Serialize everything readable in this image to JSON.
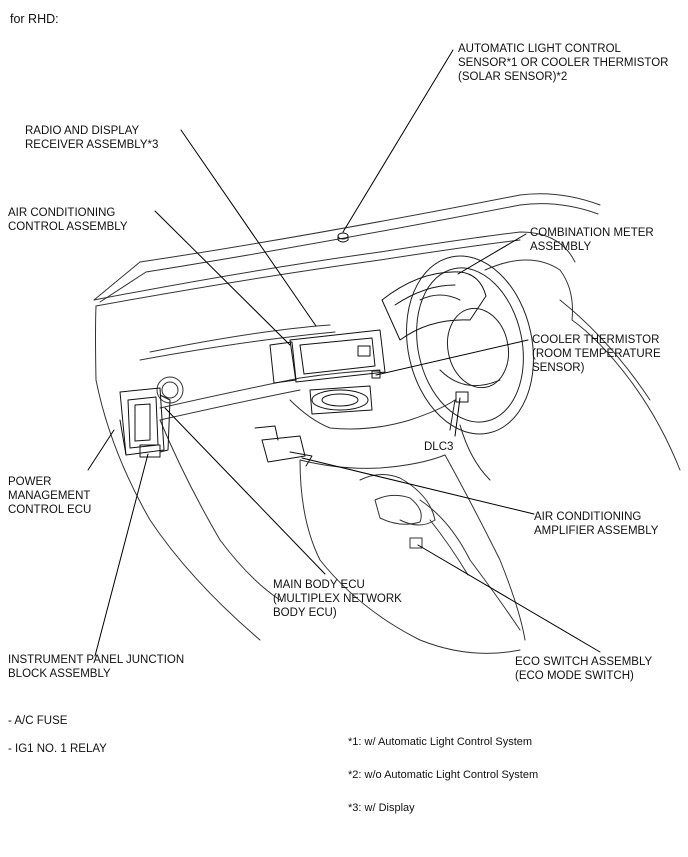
{
  "header": "for RHD:",
  "labels": {
    "auto_light_sensor": "AUTOMATIC LIGHT CONTROL\nSENSOR*1 OR COOLER THERMISTOR\n(SOLAR SENSOR)*2",
    "radio_display": "RADIO AND DISPLAY\nRECEIVER ASSEMBLY*3",
    "ac_control": "AIR CONDITIONING\nCONTROL ASSEMBLY",
    "combination_meter": "COMBINATION METER\nASSEMBLY",
    "cooler_thermistor_room": "COOLER THERMISTOR\n(ROOM TEMPERATURE\nSENSOR)",
    "dlc3": "DLC3",
    "power_mgmt_ecu": "POWER\nMANAGEMENT\nCONTROL ECU",
    "ac_amplifier": "AIR CONDITIONING\nAMPLIFIER ASSEMBLY",
    "main_body_ecu": "MAIN BODY ECU\n(MULTIPLEX NETWORK\nBODY ECU)",
    "ip_junction_block": "INSTRUMENT PANEL JUNCTION\nBLOCK ASSEMBLY",
    "eco_switch": "ECO SWITCH ASSEMBLY\n(ECO MODE SWITCH)"
  },
  "junction_items": [
    "- A/C FUSE",
    "- IG1 NO. 1 RELAY"
  ],
  "footnotes": [
    "*1: w/ Automatic Light Control System",
    "*2: w/o Automatic Light Control System",
    "*3: w/ Display"
  ]
}
